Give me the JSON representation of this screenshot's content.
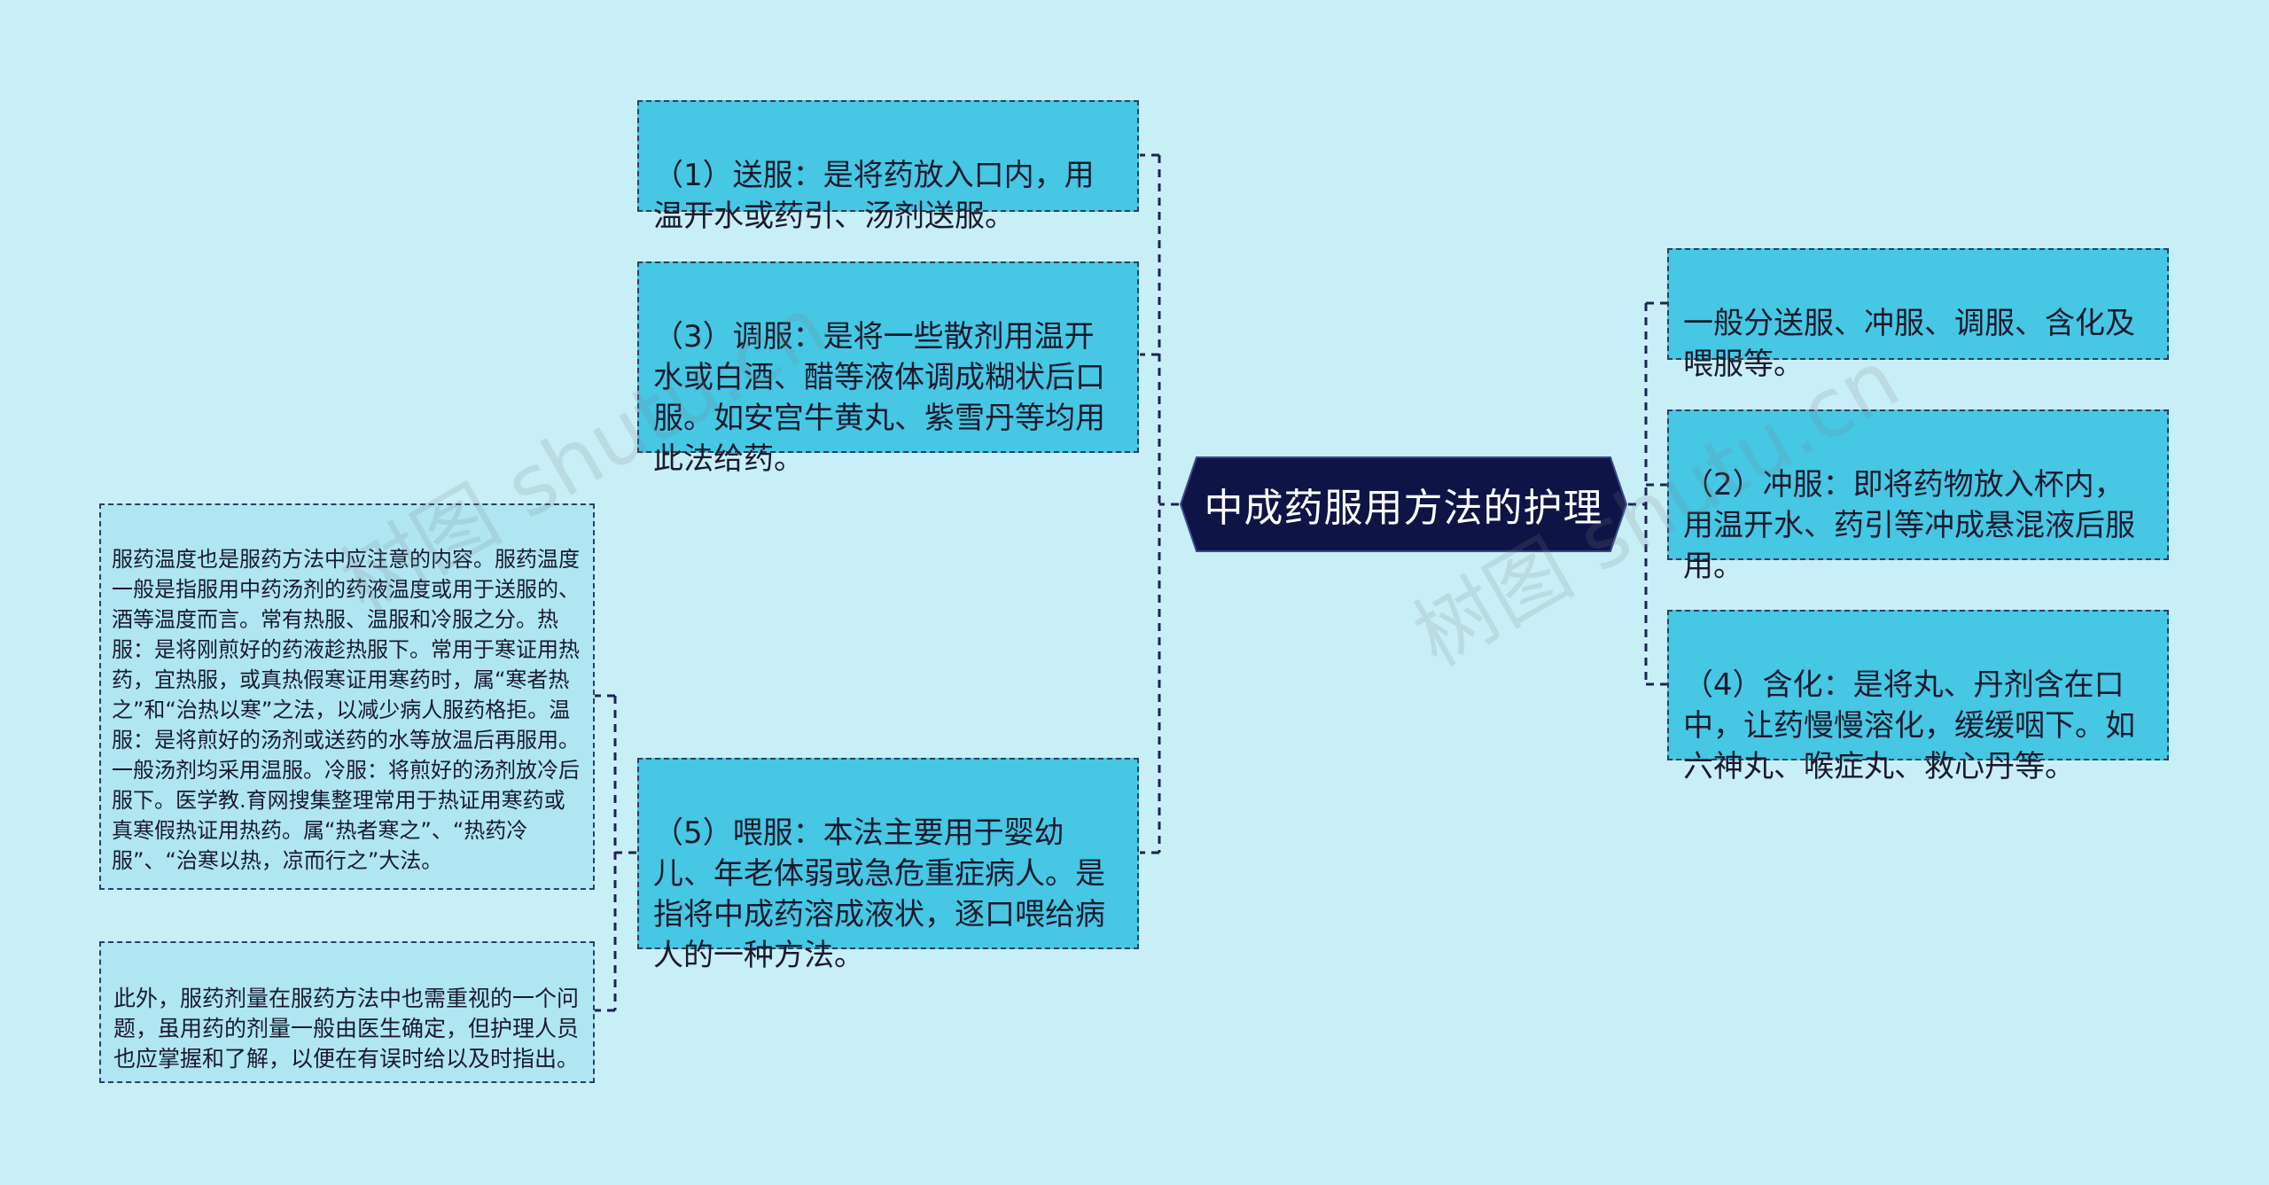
{
  "center": {
    "title": "中成药服用方法的护理"
  },
  "left_nodes": [
    {
      "id": "n1",
      "text": "（1）送服：是将药放入口内，用温开水或药引、汤剂送服。"
    },
    {
      "id": "n3",
      "text": "（3）调服：是将一些散剂用温开水或白酒、醋等液体调成糊状后口服。如安宫牛黄丸、紫雪丹等均用此法给药。"
    },
    {
      "id": "n5",
      "text": "（5）喂服：本法主要用于婴幼儿、年老体弱或急危重症病人。是指将中成药溶成液状，逐口喂给病人的一种方法。"
    }
  ],
  "sub_nodes": [
    {
      "id": "s1",
      "text": "服药温度也是服药方法中应注意的内容。服药温度一般是指服用中药汤剂的药液温度或用于送服的、酒等温度而言。常有热服、温服和冷服之分。热服：是将刚煎好的药液趁热服下。常用于寒证用热药，宜热服，或真热假寒证用寒药时，属“寒者热之”和“治热以寒”之法，以减少病人服药格拒。温服：是将煎好的汤剂或送药的水等放温后再服用。一般汤剂均采用温服。冷服：将煎好的汤剂放冷后服下。医学教.育网搜集整理常用于热证用寒药或真寒假热证用热药。属“热者寒之”、“热药冷服”、“治寒以热，凉而行之”大法。"
    },
    {
      "id": "s2",
      "text": "此外，服药剂量在服药方法中也需重视的一个问题，虽用药的剂量一般由医生确定，但护理人员也应掌握和了解，以便在有误时给以及时指出。"
    }
  ],
  "right_nodes": [
    {
      "id": "r0",
      "text": "一般分送服、冲服、调服、含化及喂服等。"
    },
    {
      "id": "r2",
      "text": "（2）冲服：即将药物放入杯内，用温开水、药引等冲成悬混液后服用。"
    },
    {
      "id": "r4",
      "text": "（4）含化：是将丸、丹剂含在口中，让药慢慢溶化，缓缓咽下。如六神丸、喉症丸、救心丹等。"
    }
  ],
  "watermarks": [
    "树图 shutu.cn",
    "树图 shutu.cn"
  ],
  "colors": {
    "background": "#c9eff6",
    "main_node": "#46c7e3",
    "sub_node": "#afe6f2",
    "center_node": "#0f1446",
    "connector": "#1c2450"
  }
}
